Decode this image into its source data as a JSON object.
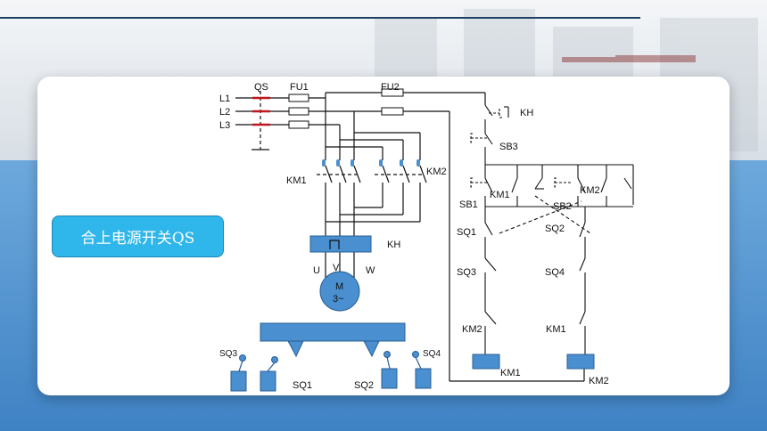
{
  "callout": {
    "text": "合上电源开关QS"
  },
  "labels": {
    "L1": "L1",
    "L2": "L2",
    "L3": "L3",
    "QS": "QS",
    "FU1": "FU1",
    "FU2": "FU2",
    "KM1_main": "KM1",
    "KM2_main": "KM2",
    "KH_relay": "KH",
    "U": "U",
    "V": "V",
    "W": "W",
    "motor_M": "M",
    "motor_type": "3~",
    "KH_contact": "KH",
    "SB3": "SB3",
    "SB1": "SB1",
    "SB2": "SB2",
    "KM1_hold": "KM1",
    "KM2_hold": "KM2",
    "SQ1_ctrl": "SQ1",
    "SQ2_ctrl": "SQ2",
    "SQ3_ctrl": "SQ3",
    "SQ4_ctrl": "SQ4",
    "KM2_interlock": "KM2",
    "KM1_interlock": "KM1",
    "KM1_coil": "KM1",
    "KM2_coil": "KM2",
    "SQ3_switch": "SQ3",
    "SQ1_switch": "SQ1",
    "SQ2_switch": "SQ2",
    "SQ4_switch": "SQ4"
  },
  "colors": {
    "wire": "#111111",
    "component": "#4a8fd0",
    "qs_handle": "#c0161c",
    "callout": "#2fb6ea"
  }
}
